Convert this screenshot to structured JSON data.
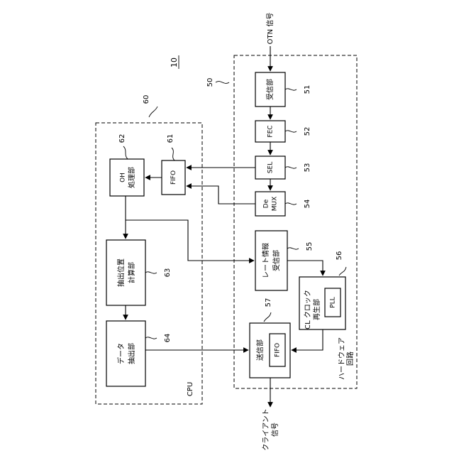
{
  "diagram_ref": "10",
  "signals": {
    "input": "OTN 信号",
    "output_line1": "クライアント",
    "output_line2": "信号"
  },
  "cpu": {
    "ref": "60",
    "label": "CPU",
    "blocks": {
      "fifo": {
        "ref": "61",
        "label": "FIFO"
      },
      "oh": {
        "ref": "62",
        "line1": "OH",
        "line2": "処理部"
      },
      "pos": {
        "ref": "63",
        "line1": "抽出位置",
        "line2": "計算部"
      },
      "data": {
        "ref": "64",
        "line1": "データ",
        "line2": "抽出部"
      }
    }
  },
  "hardware": {
    "ref": "50",
    "label_line1": "ハードウェア",
    "label_line2": "回路",
    "blocks": {
      "rx": {
        "ref": "51",
        "label": "受信部"
      },
      "fec": {
        "ref": "52",
        "label": "FEC"
      },
      "sel": {
        "ref": "53",
        "label": "SEL"
      },
      "demux": {
        "ref": "54",
        "line1": "De",
        "line2": "MUX"
      },
      "rate": {
        "ref": "55",
        "line1": "レート情報",
        "line2": "受信部"
      },
      "clk": {
        "ref": "56",
        "line1": "CL クロック",
        "line2": "再生部",
        "pll": "PLL"
      },
      "tx": {
        "ref": "57",
        "label": "送信部",
        "fifo": "FIFO"
      }
    }
  }
}
